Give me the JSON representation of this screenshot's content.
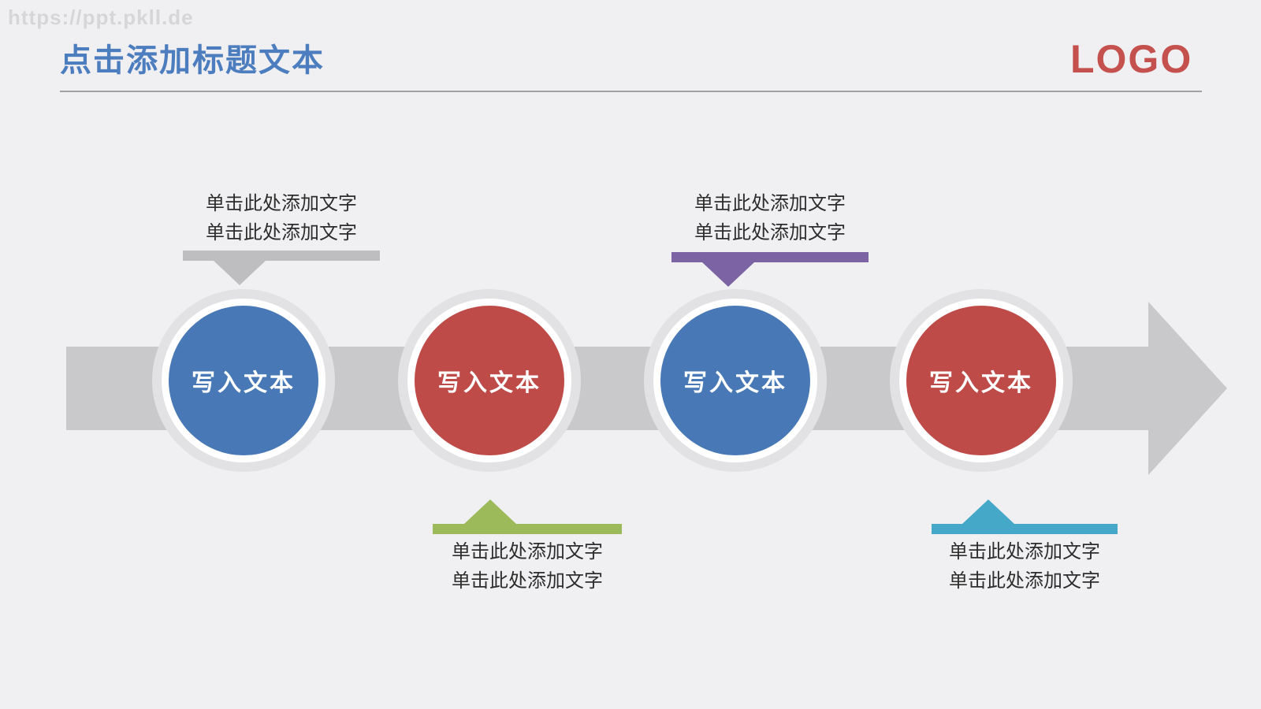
{
  "watermark": "https://ppt.pkll.de",
  "header": {
    "title": "点击添加标题文本",
    "logo": "LOGO"
  },
  "colors": {
    "background": "#F0EFF1",
    "title": "#4C7DBE",
    "logo": "#C4514D",
    "watermark": "#D6D5D7",
    "divider": "#A3A0A4",
    "arrow": "#C9C8CB",
    "circle_halo": "#E2E1E4",
    "circle_ring": "#FFFFFF",
    "circle_text": "#FFFFFF",
    "callout_text": "#2D2D2D"
  },
  "timeline": {
    "steps": [
      {
        "label": "写入文本",
        "circle_color": "#4878B6",
        "callout": {
          "position": "top",
          "color": "#BEBDC0",
          "lines": [
            "单击此处添加文字",
            "单击此处添加文字"
          ]
        }
      },
      {
        "label": "写入文本",
        "circle_color": "#BE4B48",
        "callout": {
          "position": "bottom",
          "color": "#9CBA59",
          "lines": [
            "单击此处添加文字",
            "单击此处添加文字"
          ]
        }
      },
      {
        "label": "写入文本",
        "circle_color": "#4878B6",
        "callout": {
          "position": "top",
          "color": "#7C63A3",
          "lines": [
            "单击此处添加文字",
            "单击此处添加文字"
          ]
        }
      },
      {
        "label": "写入文本",
        "circle_color": "#BE4B48",
        "callout": {
          "position": "bottom",
          "color": "#45A8C8",
          "lines": [
            "单击此处添加文字",
            "单击此处添加文字"
          ]
        }
      }
    ]
  }
}
